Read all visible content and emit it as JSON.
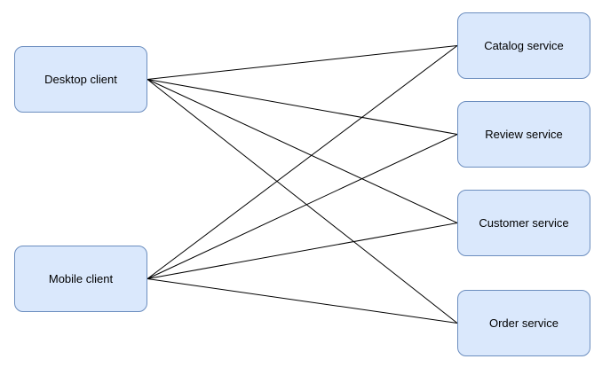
{
  "diagram": {
    "clients": [
      {
        "id": "desktop",
        "label": "Desktop client"
      },
      {
        "id": "mobile",
        "label": "Mobile client"
      }
    ],
    "services": [
      {
        "id": "catalog",
        "label": "Catalog service"
      },
      {
        "id": "review",
        "label": "Review service"
      },
      {
        "id": "customer",
        "label": "Customer service"
      },
      {
        "id": "order",
        "label": "Order service"
      }
    ],
    "edges": [
      {
        "from": "desktop",
        "to": "catalog"
      },
      {
        "from": "desktop",
        "to": "review"
      },
      {
        "from": "desktop",
        "to": "customer"
      },
      {
        "from": "desktop",
        "to": "order"
      },
      {
        "from": "mobile",
        "to": "catalog"
      },
      {
        "from": "mobile",
        "to": "review"
      },
      {
        "from": "mobile",
        "to": "customer"
      },
      {
        "from": "mobile",
        "to": "order"
      }
    ],
    "colors": {
      "node_fill": "#dae8fc",
      "node_border": "#6c8ebf",
      "edge": "#000000"
    }
  }
}
